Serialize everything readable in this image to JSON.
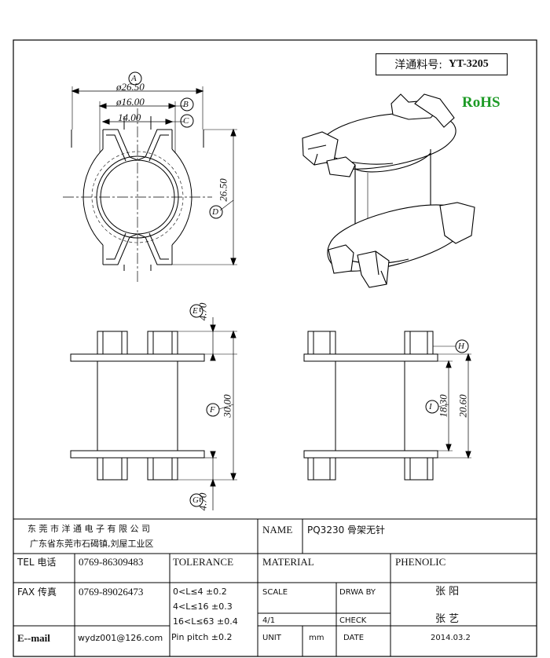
{
  "header": {
    "part_no_label": "洋通料号:",
    "part_no": "YT-3205",
    "rohs": "RoHS"
  },
  "dimensions": {
    "A": {
      "letter": "A",
      "value": "ø26.50"
    },
    "B": {
      "letter": "B",
      "value": "ø16.00"
    },
    "C": {
      "letter": "C",
      "value": "14.00"
    },
    "D": {
      "letter": "D",
      "value": "26.50"
    },
    "E": {
      "letter": "E",
      "value": "4.70"
    },
    "F": {
      "letter": "F",
      "value": "30.00"
    },
    "G": {
      "letter": "G",
      "value": "4.70"
    },
    "H": {
      "letter": "H",
      "value": ""
    },
    "I": {
      "letter": "I",
      "value": "18.30"
    },
    "J": {
      "value": "20.60"
    }
  },
  "title_block": {
    "company": "东 莞 市 洋 通 电 子 有 限 公 司",
    "address": "广东省东莞市石碣镇,刘屋工业区",
    "name_label": "NAME",
    "name_value": "PQ3230 骨架无针",
    "tel_label": "TEL 电话",
    "tel_value": "0769-86309483",
    "tolerance_label": "TOLERANCE",
    "material_label": "MATERIAL",
    "material_value": "PHENOLIC",
    "fax_label": "FAX 传真",
    "fax_value": "0769-89026473",
    "tol_1": "0<L≤4   ±0.2",
    "tol_2": "4<L≤16  ±0.3",
    "tol_3": "16<L≤63  ±0.4",
    "tol_4": "Pin pitch ±0.2",
    "scale_label": "SCALE",
    "scale_value": "4/1",
    "draw_label": "DRWA BY",
    "draw_value": "张 阳",
    "check_label": "CHECK",
    "check_value": "张 艺",
    "email_label": "E--mail",
    "email_value": "wydz001@126.com",
    "unit_label": "UNIT",
    "unit_value": "mm",
    "date_label": "DATE",
    "date_value": "2014.03.2"
  }
}
